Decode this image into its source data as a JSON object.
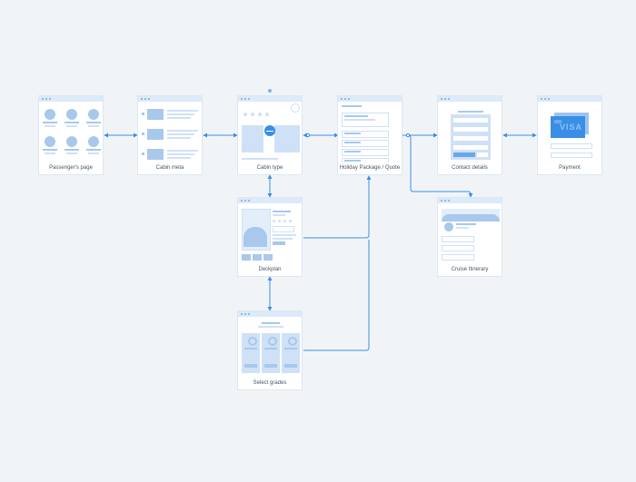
{
  "diagram": {
    "accent_color": "#3a8ee6",
    "window_bar_color": "#dceaf9",
    "wireframe_color": "#cfe1f6",
    "nodes": [
      {
        "id": "passengers",
        "label": "Passenger's page"
      },
      {
        "id": "cabin_meta",
        "label": "Cabin meta"
      },
      {
        "id": "cabin_type",
        "label": "Cabin type"
      },
      {
        "id": "holiday",
        "label": "Holiday Package / Quote"
      },
      {
        "id": "contact",
        "label": "Contact details"
      },
      {
        "id": "payment",
        "label": "Payment",
        "card_text": "VISA"
      },
      {
        "id": "deckplan",
        "label": "Deckplan"
      },
      {
        "id": "itinerary",
        "label": "Cruise Itinerary"
      },
      {
        "id": "grades",
        "label": "Select grades"
      }
    ]
  }
}
